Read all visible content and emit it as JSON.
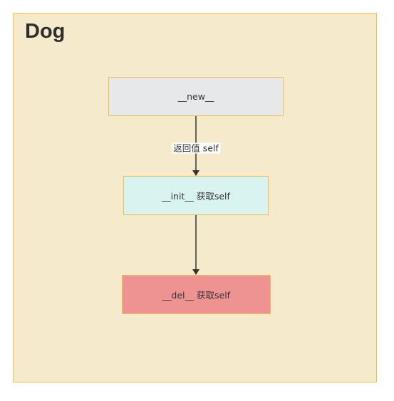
{
  "container": {
    "title": "Dog"
  },
  "nodes": {
    "new": "__new__",
    "init": "__init__ 获取self",
    "del": "__del__ 获取self"
  },
  "edges": {
    "new_to_init_label": "返回值 self"
  },
  "colors": {
    "container_fill": "#f5ebcc",
    "border": "#efc04f",
    "new_fill": "#e6e8ea",
    "init_fill": "#d9f3f1",
    "del_fill": "#ef9292"
  }
}
